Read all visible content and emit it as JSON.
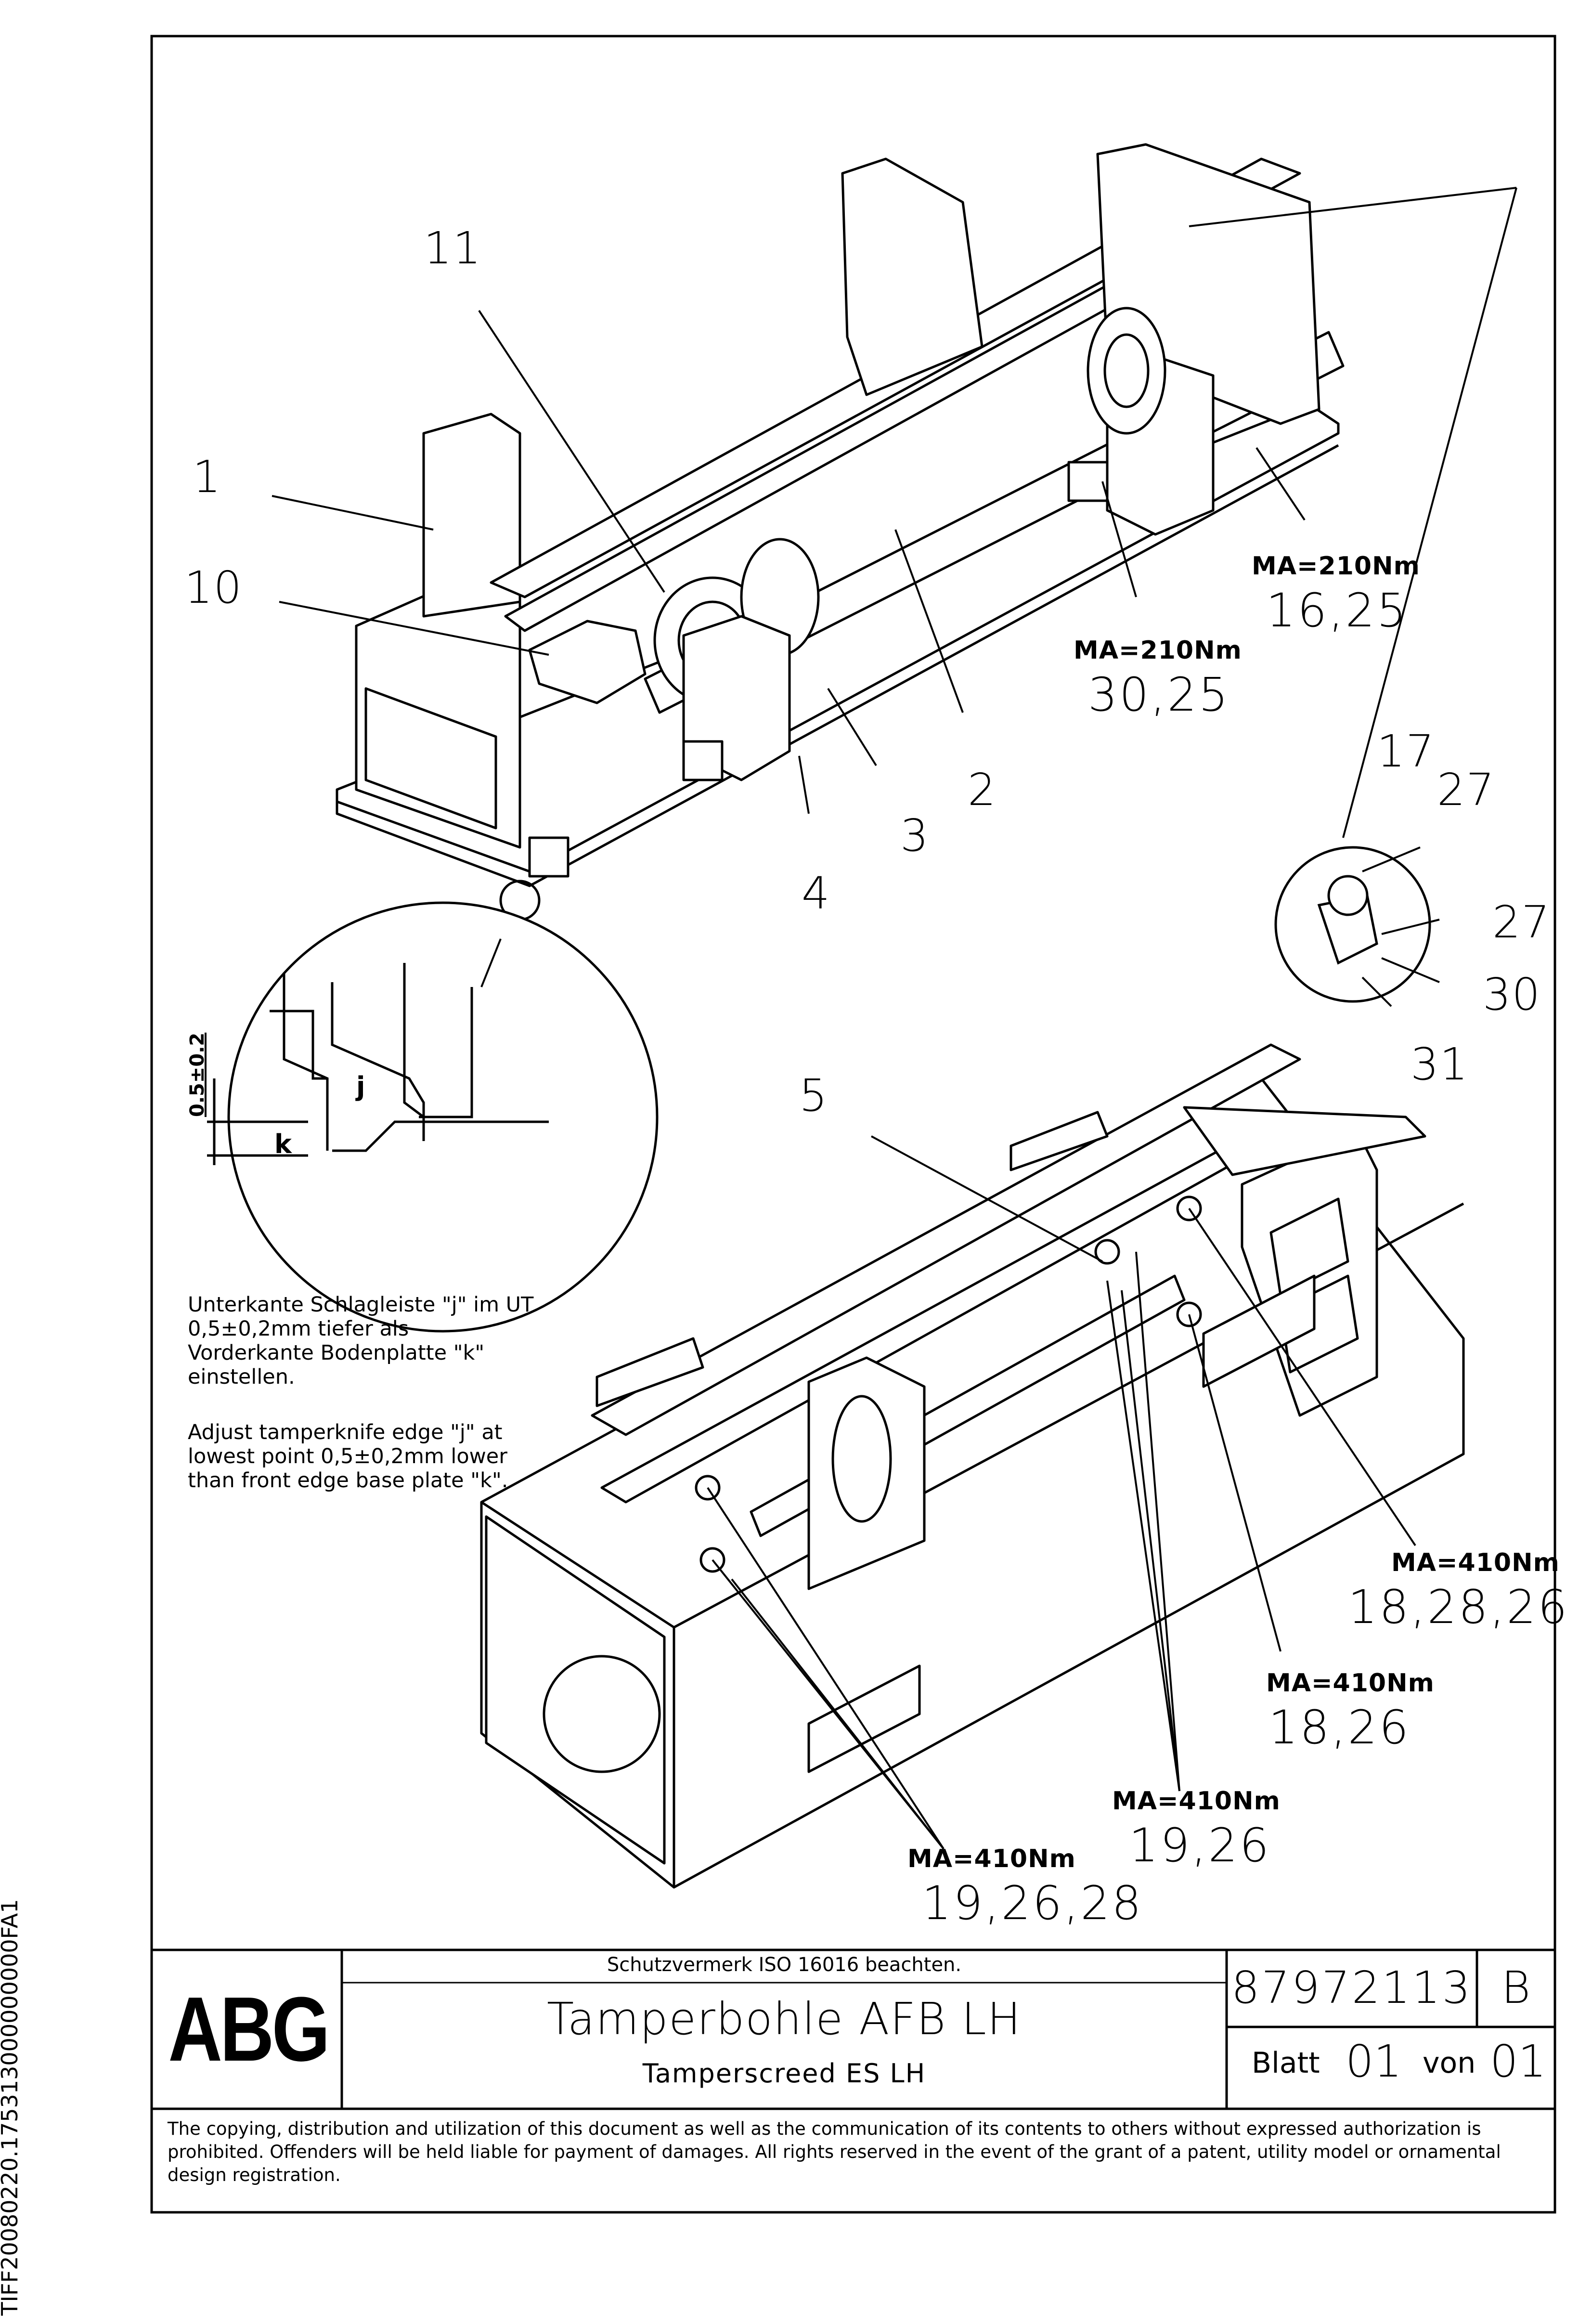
{
  "side_code": "TIFF20080220.175313000000000FA1",
  "callouts": {
    "c1": "1",
    "c2": "2",
    "c3": "3",
    "c4": "4",
    "c5": "5",
    "c10": "10",
    "c11": "11",
    "c17": "17",
    "c27a": "27",
    "c27b": "27",
    "c30": "30",
    "c31": "31"
  },
  "torques": [
    {
      "label": "MA=210Nm",
      "value": "16,25"
    },
    {
      "label": "MA=210Nm",
      "value": "30,25"
    },
    {
      "label": "MA=410Nm",
      "value": "18,28,26"
    },
    {
      "label": "MA=410Nm",
      "value": "18,26"
    },
    {
      "label": "MA=410Nm",
      "value": "19,26"
    },
    {
      "label": "MA=410Nm",
      "value": "19,26,28"
    }
  ],
  "detail": {
    "dimension": "0.5±0.2",
    "label_j": "j",
    "label_k": "k"
  },
  "notes": {
    "german": "Unterkante Schlagleiste \"j\" im UT 0,5±0,2mm tiefer als Vorderkante Bodenplatte \"k\" einstellen.",
    "english": "Adjust tamperknife edge \"j\" at lowest point 0,5±0,2mm lower than front edge base plate \"k\"."
  },
  "title_block": {
    "logo": "ABG",
    "protection_note": "Schutzvermerk ISO 16016 beachten.",
    "title_de": "Tamperbohle AFB LH",
    "title_en": "Tamperscreed ES LH",
    "part_number": "87972113",
    "revision": "B",
    "sheet_label": "Blatt",
    "sheet_number": "01",
    "of_label": "von",
    "sheet_total": "01"
  },
  "copyright": "The copying, distribution and utilization of this document as well as the communication of its contents to others without expressed authorization is prohibited. Offenders will be held liable for payment of damages. All rights reserved in the event of the grant of a patent, utility model or ornamental design registration."
}
